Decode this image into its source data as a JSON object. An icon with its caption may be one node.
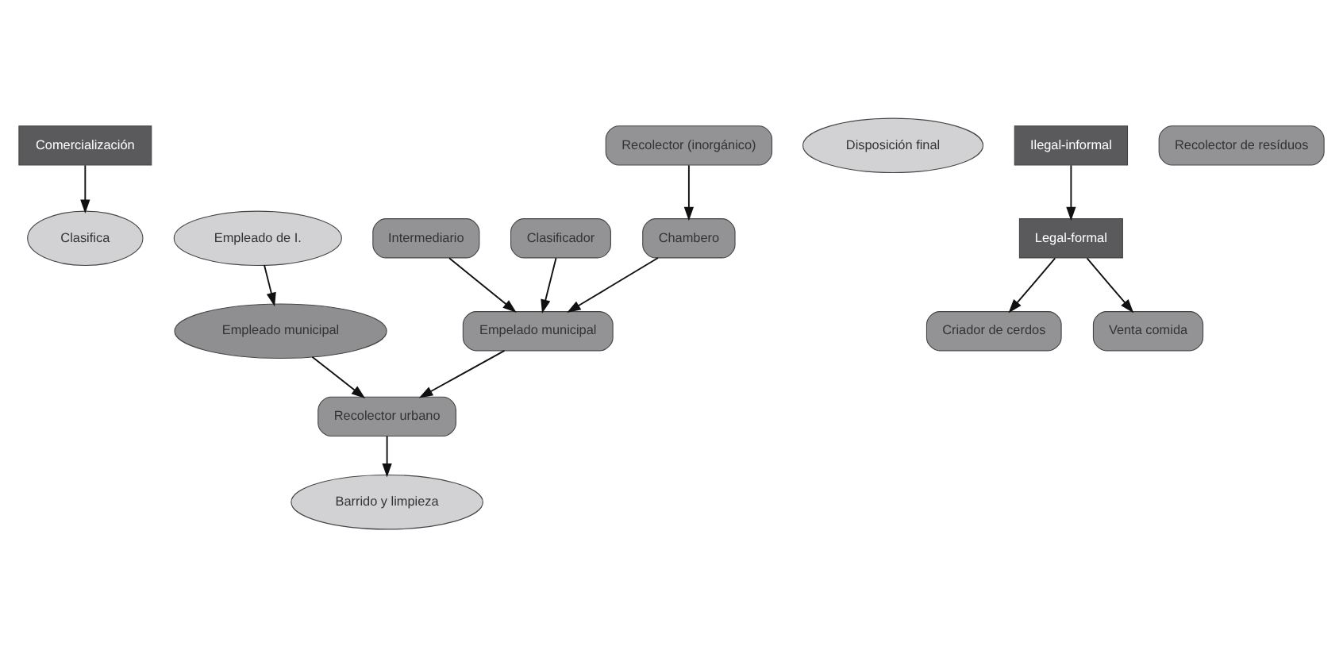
{
  "diagram": {
    "nodes": [
      {
        "text": [
          "Clasifica"
        ]
      },
      {
        "text": [
          "Empleado de I."
        ]
      },
      {
        "text": [
          "Empleado municipal"
        ]
      },
      {
        "text": [
          "Disposición final"
        ]
      },
      {
        "text": [
          "Comercialización"
        ]
      },
      {
        "text": [
          "Ilegal-informal"
        ]
      },
      {
        "text": [
          "Legal-formal"
        ]
      },
      {
        "text": [
          "Criador de cerdos"
        ]
      },
      {
        "text": [
          "Venta comida"
        ]
      },
      {
        "text": [
          "Recolector de resíduos"
        ]
      },
      {
        "text": [
          "Intermediario"
        ]
      },
      {
        "text": [
          "Clasificador"
        ]
      },
      {
        "text": [
          "Recolector (inorgánico)"
        ]
      },
      {
        "text": [
          "Chambero"
        ]
      },
      {
        "text": [
          "Recolector urbano"
        ]
      },
      {
        "text": [
          "Barrido y limpieza"
        ]
      },
      {
        "text": [
          "Empelado municipal"
        ]
      }
    ],
    "edges": [
      {
        "from": 4,
        "to": 0,
        "arrow": "to"
      },
      {
        "from": 1,
        "to": 2,
        "arrow": "to"
      },
      {
        "from": 5,
        "to": 6,
        "arrow": "to"
      },
      {
        "from": 6,
        "to": 7,
        "arrow": "to"
      },
      {
        "from": 6,
        "to": 8,
        "arrow": "to"
      },
      {
        "from": 2,
        "to": 14,
        "arrow": "to"
      },
      {
        "from": 12,
        "to": 13,
        "arrow": "to"
      },
      {
        "from": 14,
        "to": 15,
        "arrow": "to"
      },
      {
        "from": 16,
        "to": 14,
        "arrow": "to"
      },
      {
        "from": 10,
        "to": 16,
        "arrow": "to"
      },
      {
        "from": 11,
        "to": 16,
        "arrow": "to"
      },
      {
        "from": 13,
        "to": 16,
        "arrow": "to"
      }
    ]
  }
}
